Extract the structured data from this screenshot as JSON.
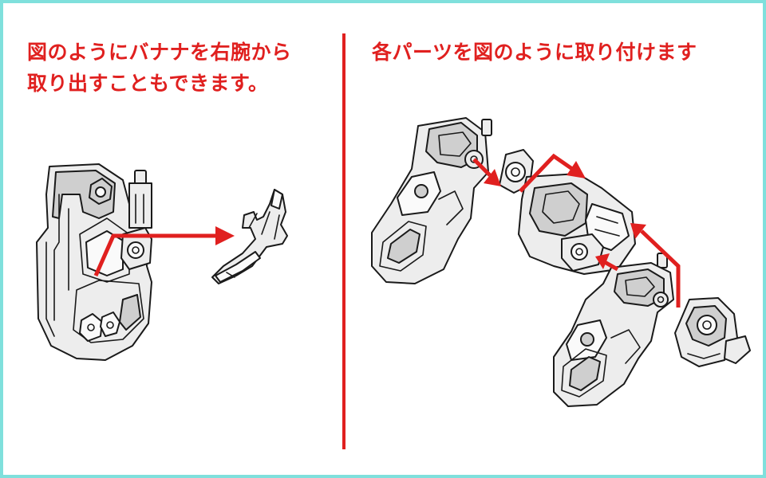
{
  "left_panel": {
    "caption_line1": "図のようにバナナを右腕から",
    "caption_line2": "取り出すこともできます。"
  },
  "right_panel": {
    "caption": "各パーツを図のように取り付けます"
  },
  "colors": {
    "accent": "#e0201f",
    "frame": "#7fe0dc",
    "part_fill": "#ededed",
    "part_outline": "#1a1a1a"
  }
}
